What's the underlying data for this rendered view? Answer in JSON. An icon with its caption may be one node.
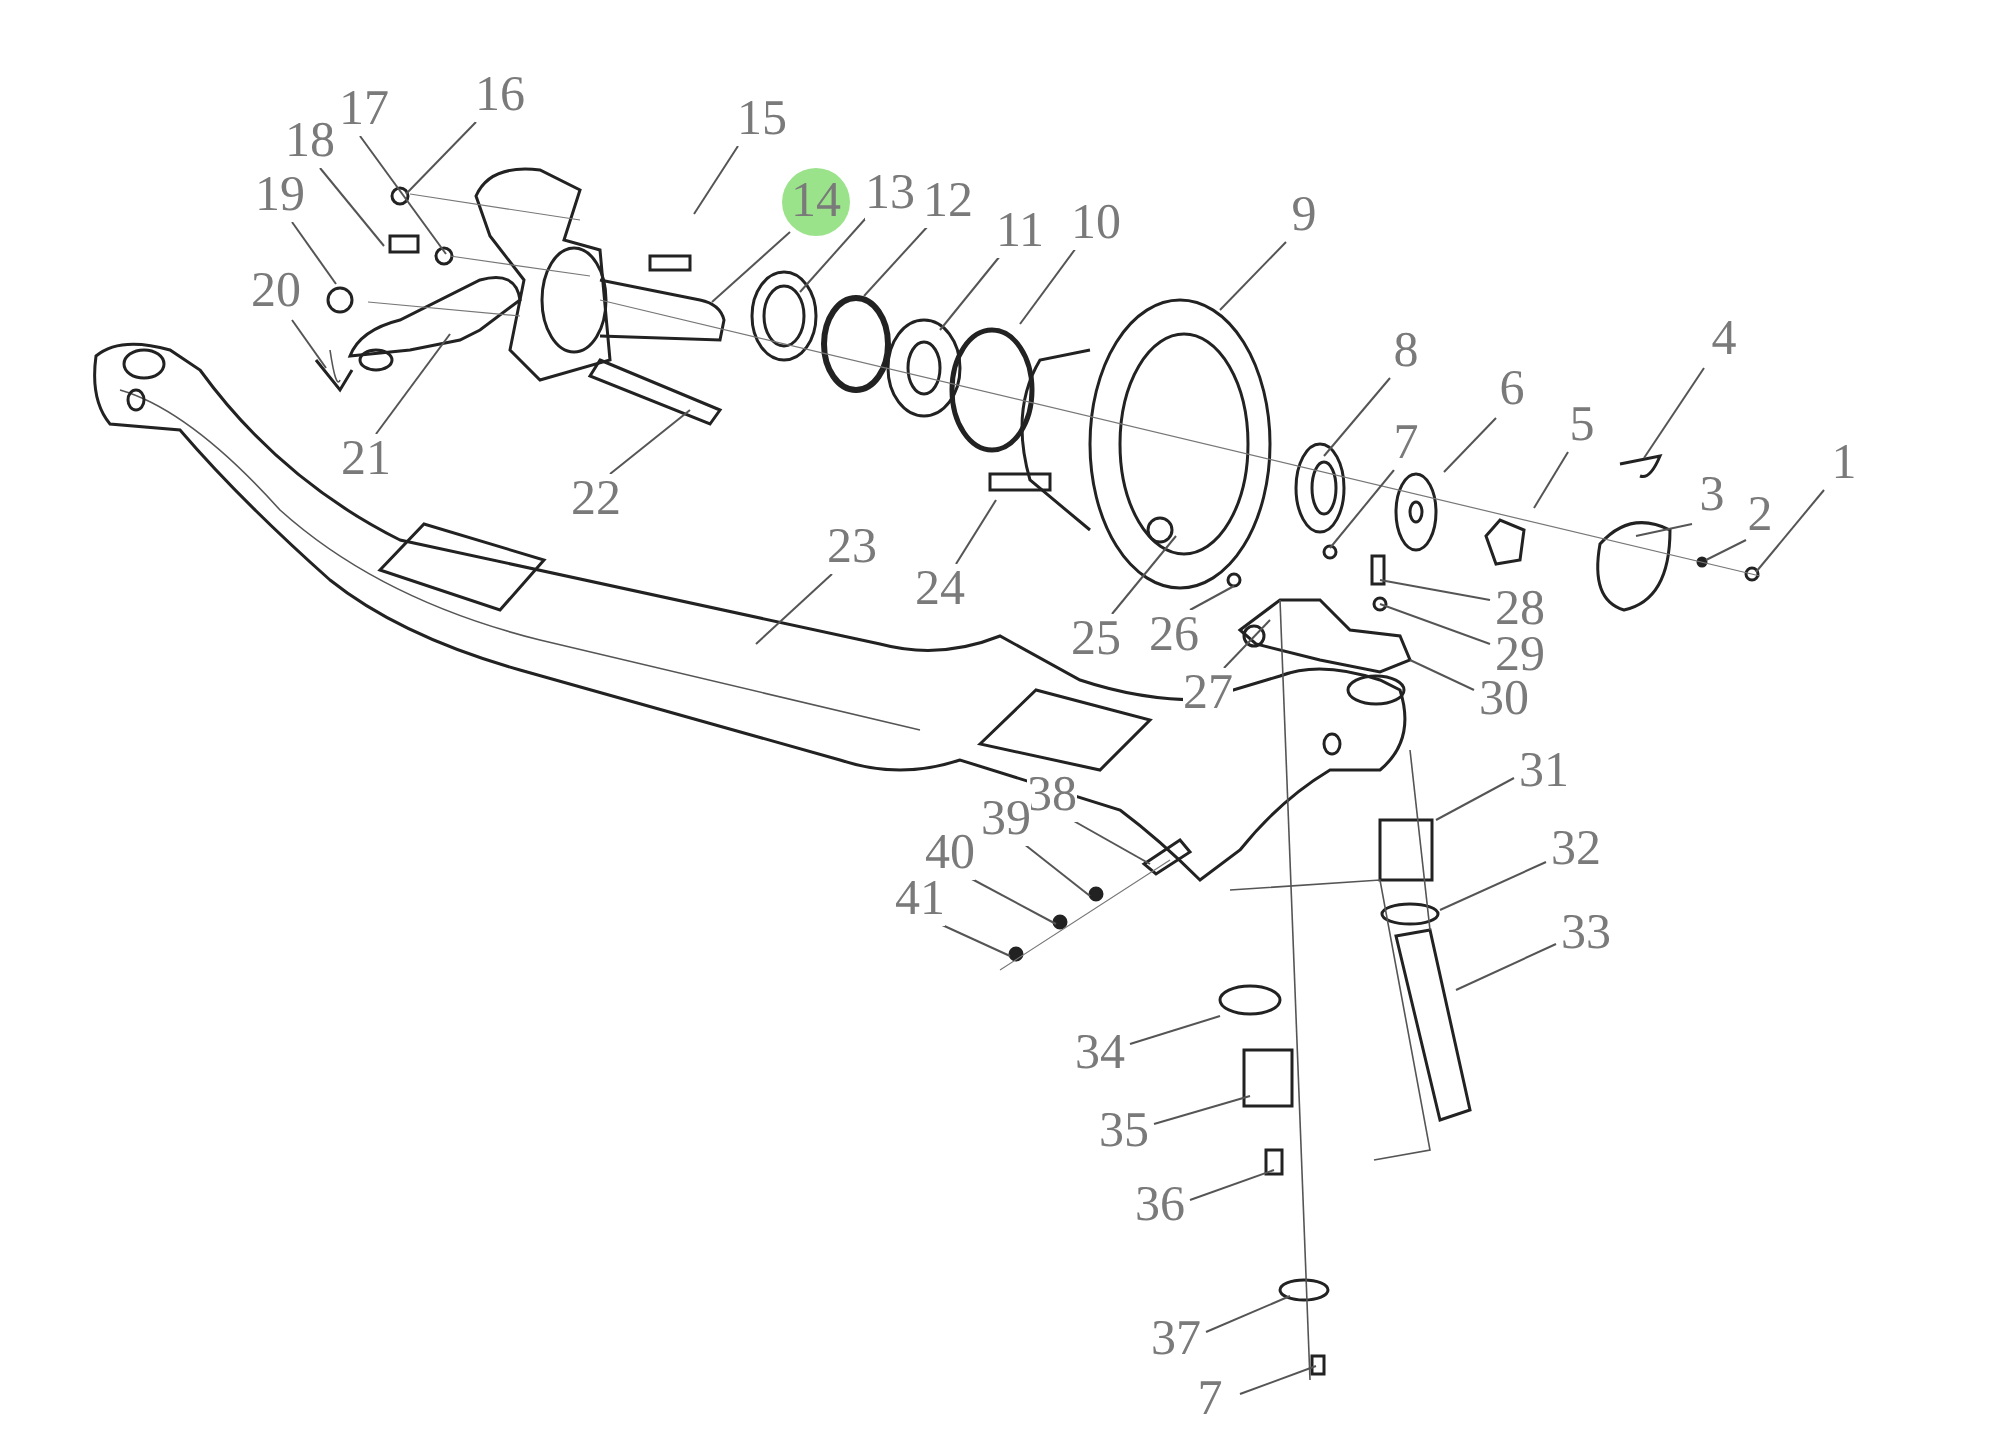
{
  "diagram": {
    "nodes": [
      {
        "text": [
          "1"
        ]
      },
      {
        "text": [
          "2"
        ]
      },
      {
        "text": [
          "3"
        ]
      },
      {
        "text": [
          "4"
        ]
      },
      {
        "text": [
          "5"
        ]
      },
      {
        "text": [
          "6"
        ]
      },
      {
        "text": [
          "7"
        ]
      },
      {
        "text": [
          "8"
        ]
      },
      {
        "text": [
          "9"
        ]
      },
      {
        "text": [
          "10"
        ]
      },
      {
        "text": [
          "11"
        ]
      },
      {
        "text": [
          "12"
        ]
      },
      {
        "text": [
          "13"
        ]
      },
      {
        "text": [
          "14"
        ]
      },
      {
        "text": [
          "15"
        ]
      },
      {
        "text": [
          "16"
        ]
      },
      {
        "text": [
          "17"
        ]
      },
      {
        "text": [
          "18"
        ]
      },
      {
        "text": [
          "19"
        ]
      },
      {
        "text": [
          "20"
        ]
      },
      {
        "text": [
          "21"
        ]
      },
      {
        "text": [
          "22"
        ]
      },
      {
        "text": [
          "23"
        ]
      },
      {
        "text": [
          "24"
        ]
      },
      {
        "text": [
          "25"
        ]
      },
      {
        "text": [
          "26"
        ]
      },
      {
        "text": [
          "27"
        ]
      },
      {
        "text": [
          "28"
        ]
      },
      {
        "text": [
          "29"
        ]
      },
      {
        "text": [
          "30"
        ]
      },
      {
        "text": [
          "31"
        ]
      },
      {
        "text": [
          "32"
        ]
      },
      {
        "text": [
          "33"
        ]
      },
      {
        "text": [
          "34"
        ]
      },
      {
        "text": [
          "35"
        ]
      },
      {
        "text": [
          "36"
        ]
      },
      {
        "text": [
          "37"
        ]
      },
      {
        "text": [
          "38"
        ]
      },
      {
        "text": [
          "39"
        ]
      },
      {
        "text": [
          "40"
        ]
      },
      {
        "text": [
          "41"
        ]
      },
      {
        "text": [
          "7"
        ]
      }
    ],
    "edges": [
      {
        "from": 0,
        "to": null,
        "arrow": "none"
      },
      {
        "from": 1,
        "to": null,
        "arrow": "none"
      },
      {
        "from": 2,
        "to": null,
        "arrow": "none"
      },
      {
        "from": 3,
        "to": null,
        "arrow": "none"
      },
      {
        "from": 4,
        "to": null,
        "arrow": "none"
      },
      {
        "from": 5,
        "to": null,
        "arrow": "none"
      },
      {
        "from": 6,
        "to": null,
        "arrow": "none"
      },
      {
        "from": 7,
        "to": null,
        "arrow": "none"
      },
      {
        "from": 8,
        "to": null,
        "arrow": "none"
      },
      {
        "from": 9,
        "to": null,
        "arrow": "none"
      },
      {
        "from": 10,
        "to": null,
        "arrow": "none"
      },
      {
        "from": 11,
        "to": null,
        "arrow": "none"
      },
      {
        "from": 12,
        "to": null,
        "arrow": "none"
      },
      {
        "from": 13,
        "to": null,
        "arrow": "none"
      },
      {
        "from": 14,
        "to": null,
        "arrow": "none"
      },
      {
        "from": 15,
        "to": null,
        "arrow": "none"
      },
      {
        "from": 16,
        "to": null,
        "arrow": "none"
      },
      {
        "from": 17,
        "to": null,
        "arrow": "none"
      },
      {
        "from": 18,
        "to": null,
        "arrow": "none"
      },
      {
        "from": 19,
        "to": null,
        "arrow": "none"
      },
      {
        "from": 20,
        "to": null,
        "arrow": "none"
      },
      {
        "from": 21,
        "to": null,
        "arrow": "none"
      },
      {
        "from": 22,
        "to": null,
        "arrow": "none"
      },
      {
        "from": 23,
        "to": null,
        "arrow": "none"
      },
      {
        "from": 24,
        "to": null,
        "arrow": "none"
      },
      {
        "from": 25,
        "to": null,
        "arrow": "none"
      },
      {
        "from": 26,
        "to": null,
        "arrow": "none"
      },
      {
        "from": 27,
        "to": null,
        "arrow": "none"
      },
      {
        "from": 28,
        "to": null,
        "arrow": "none"
      },
      {
        "from": 29,
        "to": null,
        "arrow": "none"
      },
      {
        "from": 30,
        "to": null,
        "arrow": "none"
      },
      {
        "from": 31,
        "to": null,
        "arrow": "none"
      },
      {
        "from": 32,
        "to": null,
        "arrow": "none"
      },
      {
        "from": 33,
        "to": null,
        "arrow": "none"
      },
      {
        "from": 34,
        "to": null,
        "arrow": "none"
      },
      {
        "from": 35,
        "to": null,
        "arrow": "none"
      },
      {
        "from": 36,
        "to": null,
        "arrow": "none"
      },
      {
        "from": 37,
        "to": null,
        "arrow": "none"
      },
      {
        "from": 38,
        "to": null,
        "arrow": "none"
      },
      {
        "from": 39,
        "to": null,
        "arrow": "none"
      },
      {
        "from": 40,
        "to": null,
        "arrow": "none"
      },
      {
        "from": 41,
        "to": null,
        "arrow": "none"
      }
    ]
  }
}
